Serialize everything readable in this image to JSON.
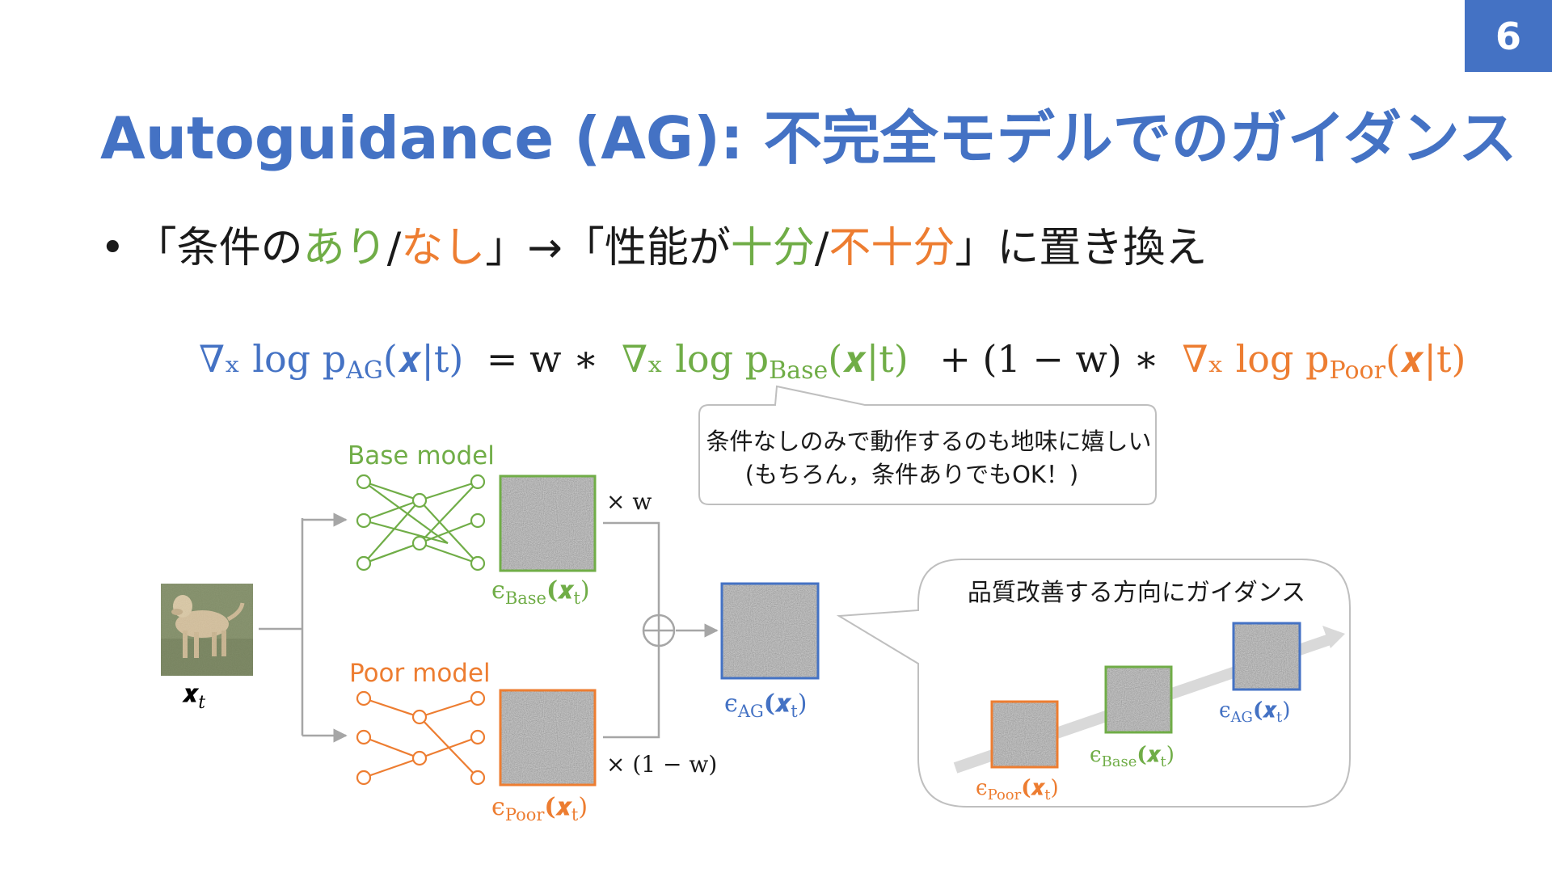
{
  "slide": {
    "page_number": "6",
    "title": "Autoguidance (AG): 不完全モデルでのガイダンス",
    "bullet": {
      "marker": "•",
      "p1": "「条件の",
      "p2": "あり",
      "p3": "/",
      "p4": "なし",
      "p5": "」→「性能が",
      "p6": "十分",
      "p7": "/",
      "p8": "不十分",
      "p9": "」に置き換え"
    }
  },
  "equation": {
    "ag_term": "∇ₓ log p",
    "ag_sub": "AG",
    "ag_arg": "(𝒙|t)",
    "eq1": "= w ∗",
    "base_term": "∇ₓ log p",
    "base_sub": "Base",
    "base_arg": "(𝒙|t)",
    "eq2": "+ (1 − w) ∗",
    "poor_term": "∇ₓ log p",
    "poor_sub": "Poor",
    "poor_arg": "(𝒙|t)"
  },
  "diagram": {
    "input_label": "𝒙",
    "input_sub": "t",
    "base_model_label": "Base model",
    "poor_model_label": "Poor model",
    "eps": "ϵ",
    "base_sub": "Base",
    "poor_sub": "Poor",
    "ag_sub": "AG",
    "arg": "(𝒙",
    "arg_sub": "t",
    "arg_close": ")",
    "times_w": "× w",
    "times_one_minus_w": "× (1 − w)",
    "callout1_line1": "条件なしのみで動作するのも地味に嬉しい",
    "callout1_line2": "(もちろん，条件ありでもOK！)",
    "callout2_title": "品質改善する方向にガイダンス"
  },
  "colors": {
    "blue": "#4472C4",
    "green": "#70AD47",
    "orange": "#ED7D31",
    "gray_line": "#A6A6A6"
  }
}
